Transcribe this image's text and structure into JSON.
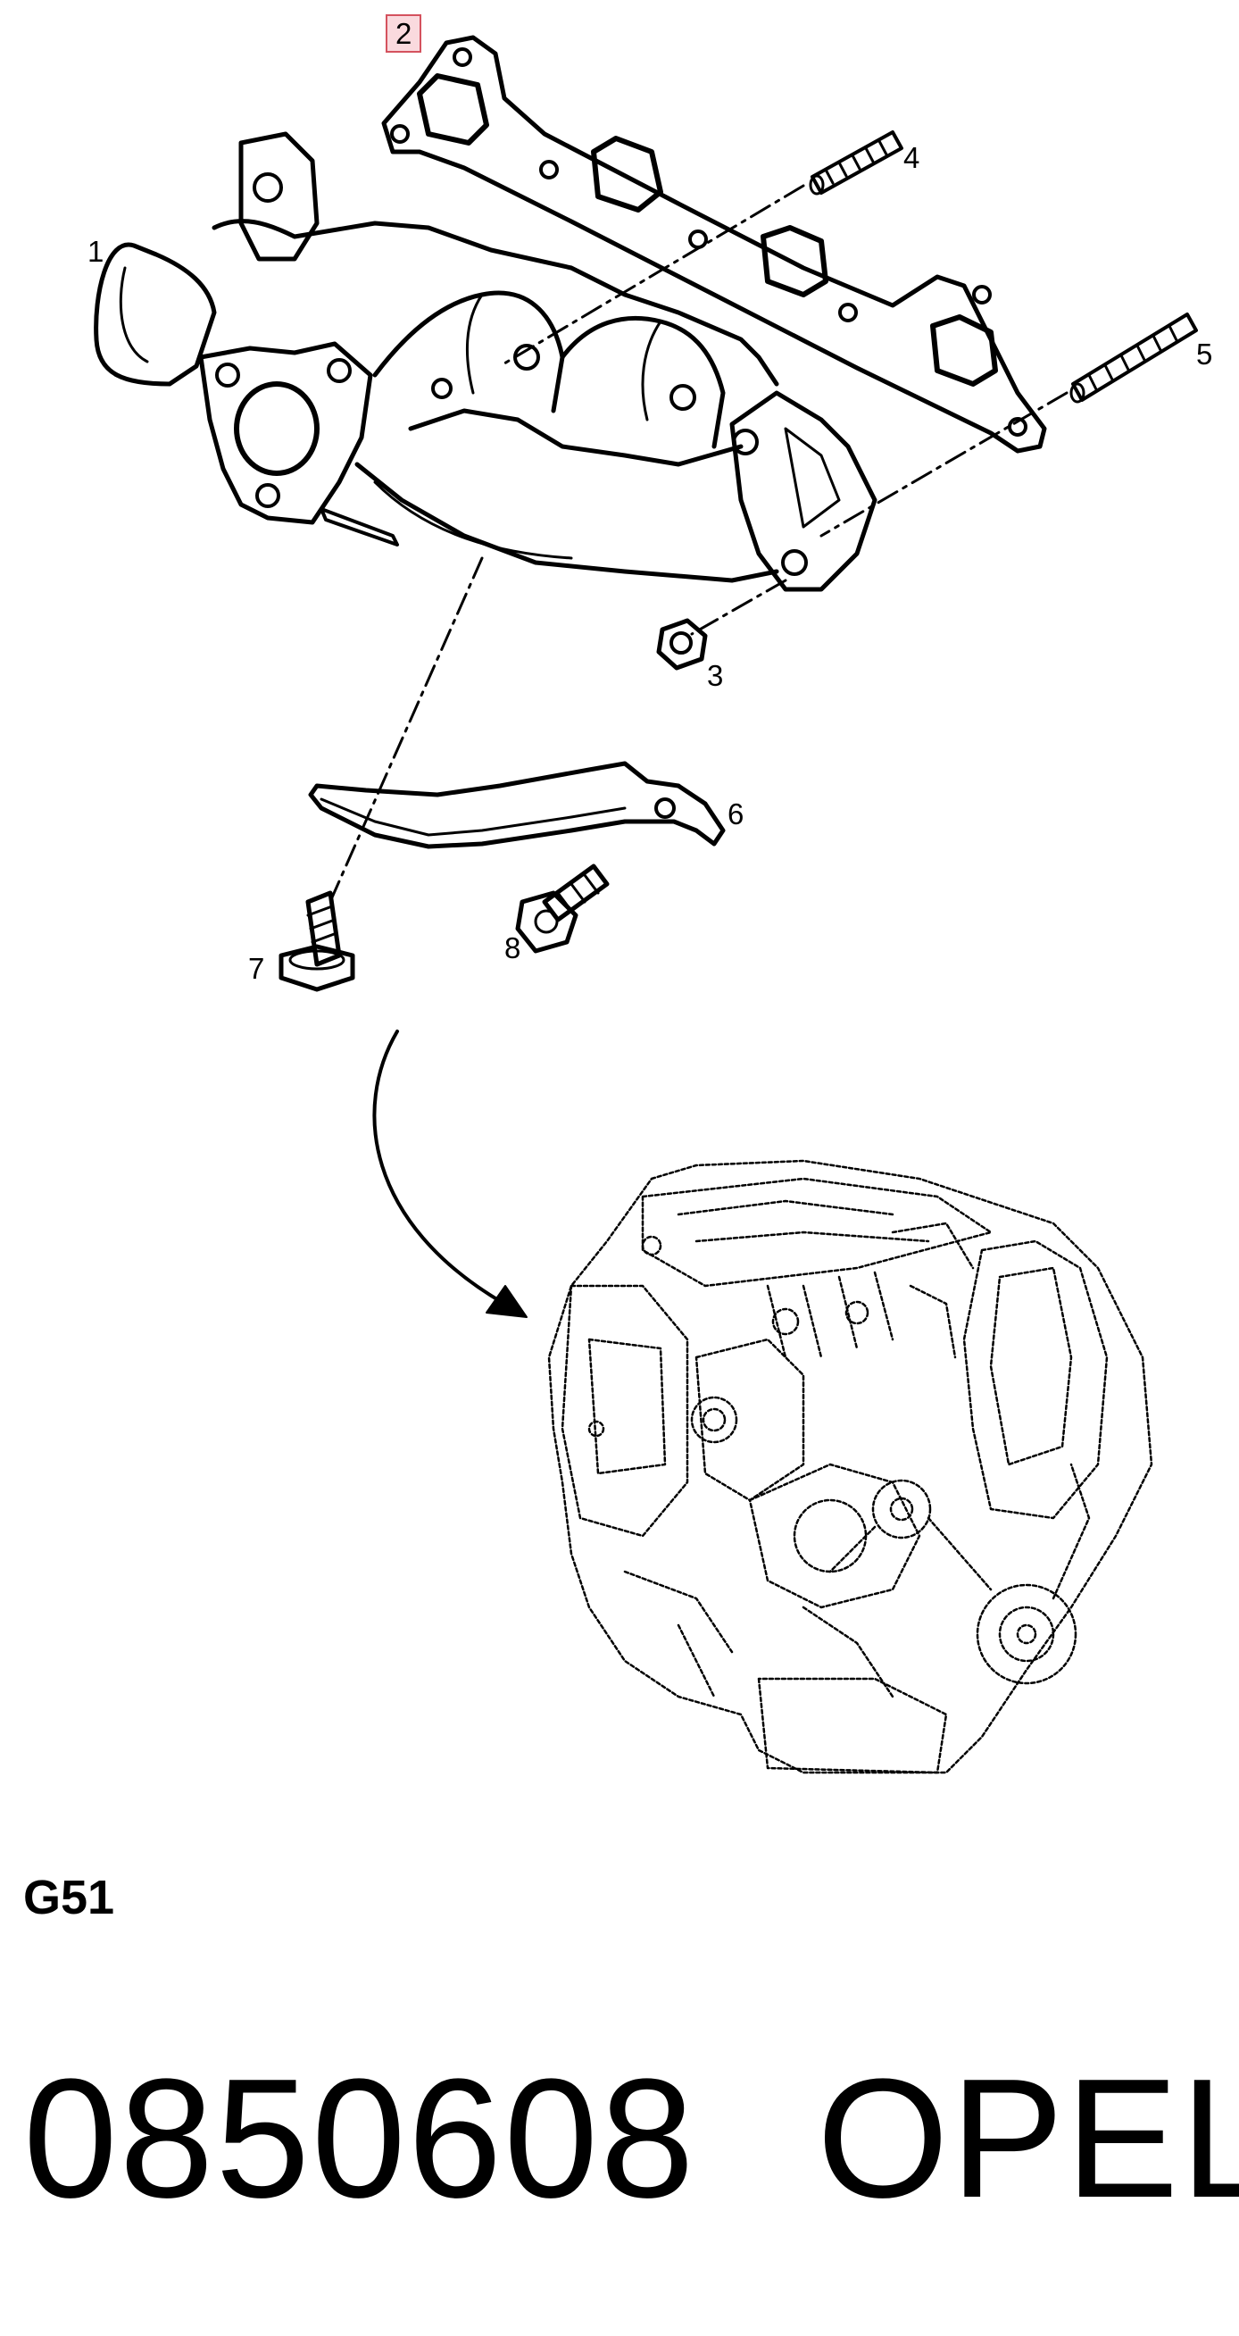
{
  "callouts": {
    "c1": "1",
    "c2": "2",
    "c3": "3",
    "c4": "4",
    "c5": "5",
    "c6": "6",
    "c7": "7",
    "c8": "8"
  },
  "highlight_color": "#d4525e",
  "section_code": "G51",
  "part_number": "0850608",
  "brand": "OPEL"
}
